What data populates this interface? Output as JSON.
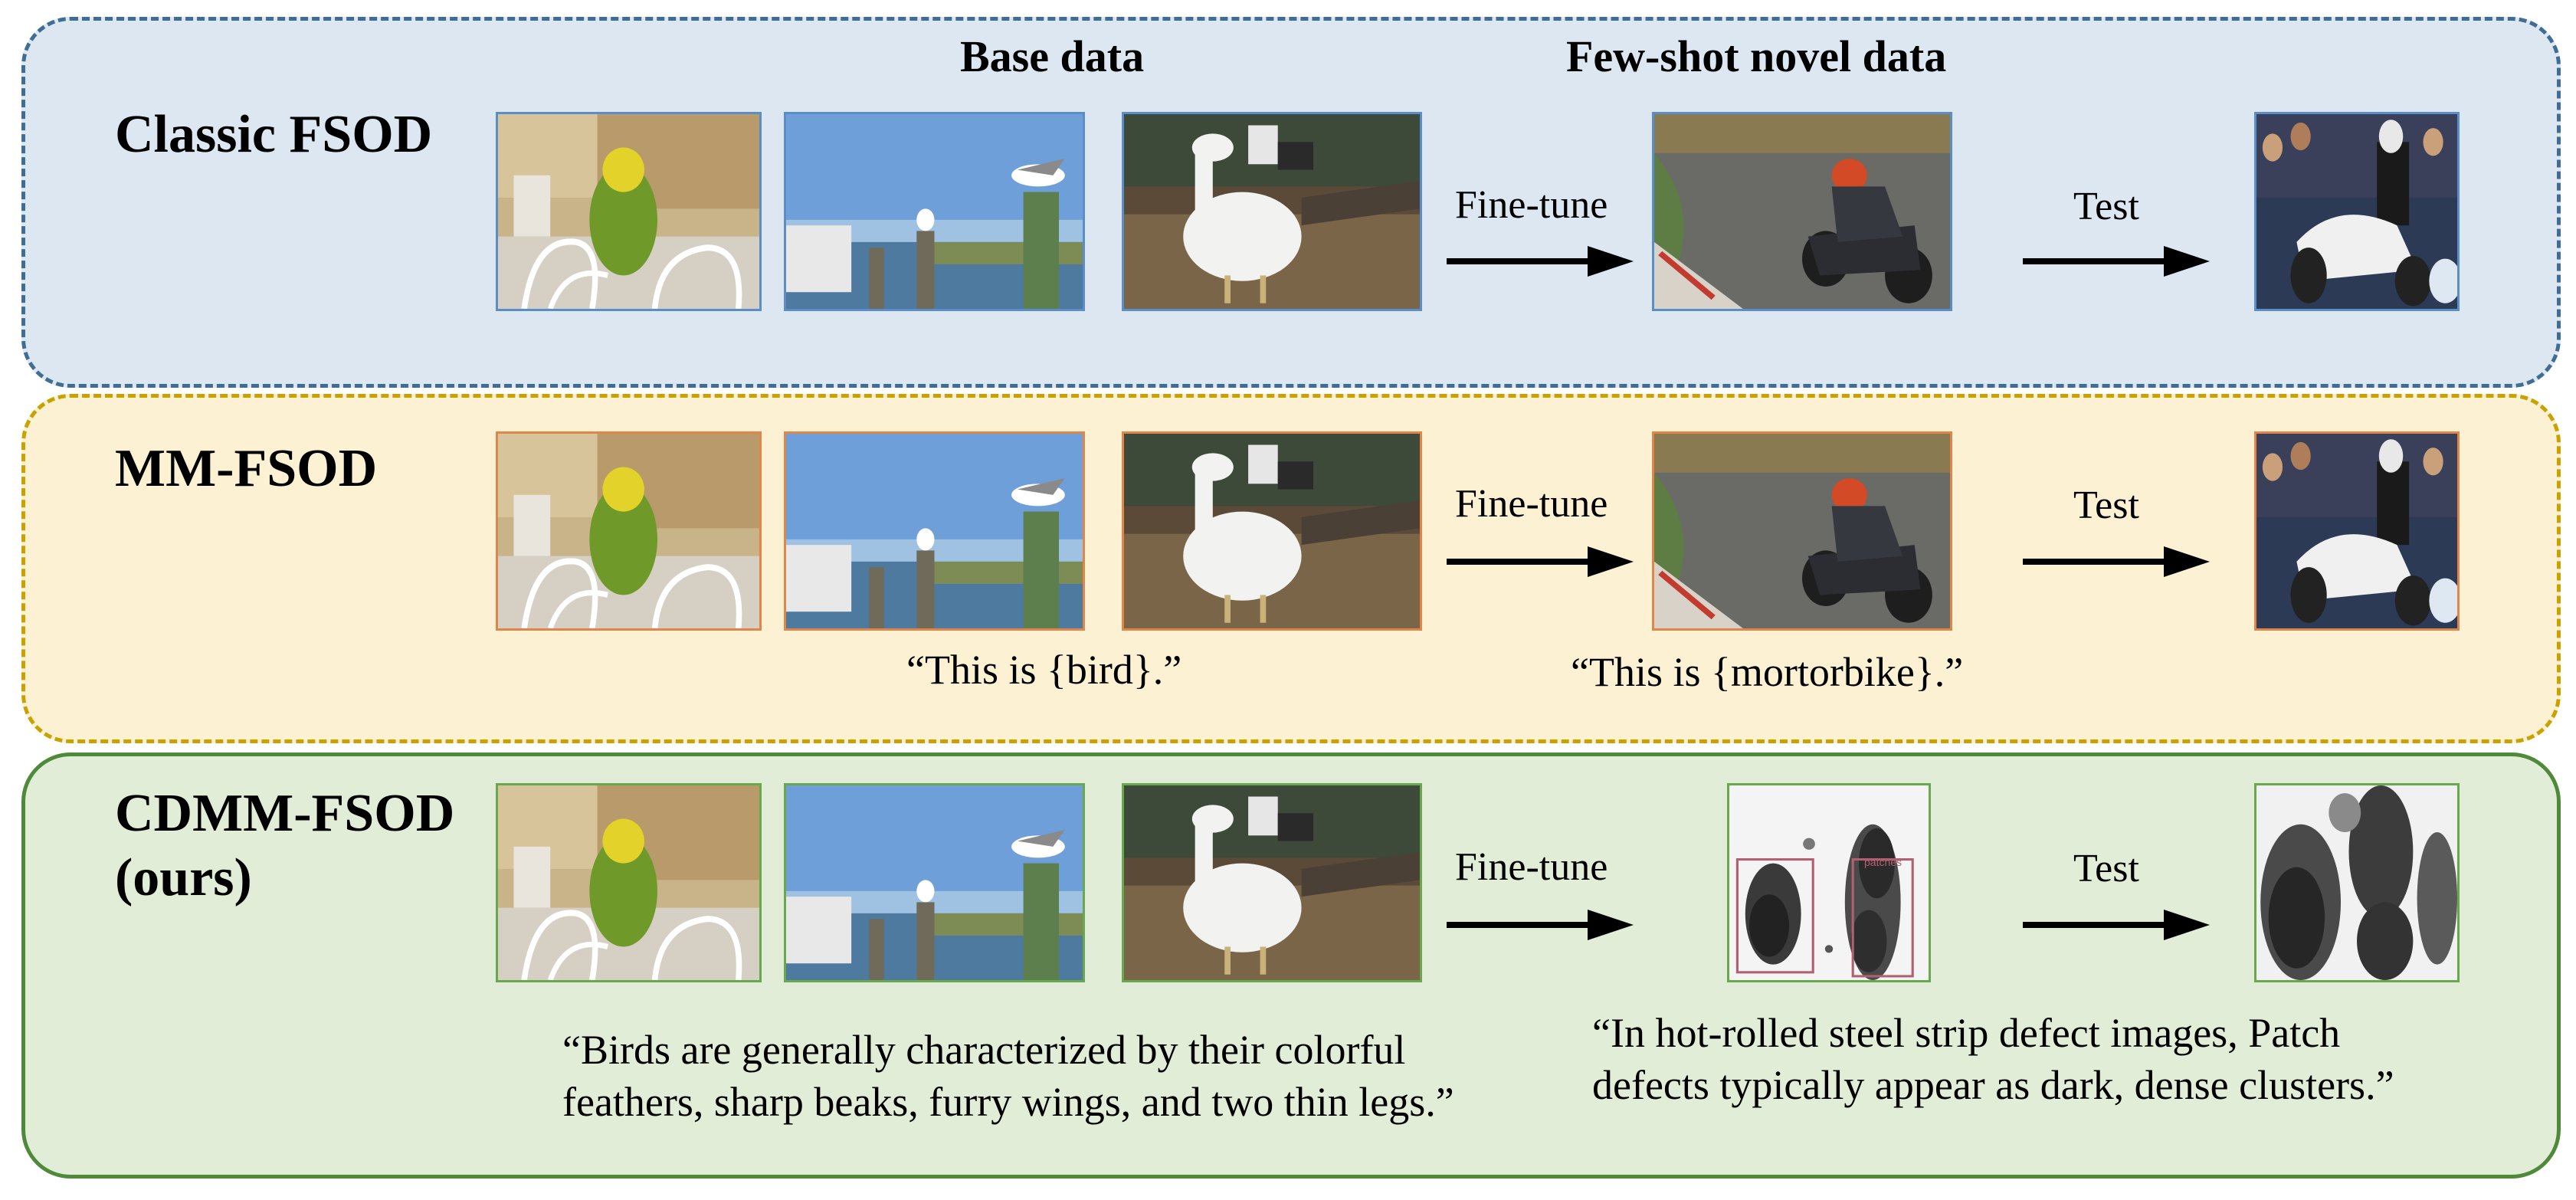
{
  "headers": {
    "base_data": "Base data",
    "few_shot": "Few-shot novel data"
  },
  "rows": {
    "classic": {
      "label": "Classic FSOD"
    },
    "mm": {
      "label": "MM-FSOD",
      "base_caption": "“This is {bird}.”",
      "novel_caption": "“This is {mortorbike}.”"
    },
    "cdmm": {
      "label_line1": "CDMM-FSOD",
      "label_line2": "(ours)",
      "base_caption_line1": "“Birds are generally characterized by their colorful",
      "base_caption_line2": "feathers, sharp beaks, furry wings, and two thin legs.”",
      "novel_caption_line1": "“In hot-rolled steel strip defect images, Patch",
      "novel_caption_line2": "defects typically appear as dark, dense clusters.”",
      "defect_box_label": "patches"
    }
  },
  "arrows": {
    "finetune": "Fine-tune",
    "test": "Test"
  },
  "images": {
    "base": [
      "parrot-photo",
      "seagull-photo",
      "pelican-photo"
    ],
    "novel_natural": "motorbike-racing-photo",
    "test_natural": "police-motorbike-photo",
    "novel_defect": "steel-strip-patch-defect-image",
    "test_defect": "steel-strip-defect-test-image"
  },
  "colors": {
    "classic_bg": "#dde7f2",
    "classic_border": "#3f6d93",
    "mm_bg": "#fdf1d4",
    "mm_border": "#c9a200",
    "cdmm_bg": "#e1edd6",
    "cdmm_border": "#4f8a3a"
  }
}
